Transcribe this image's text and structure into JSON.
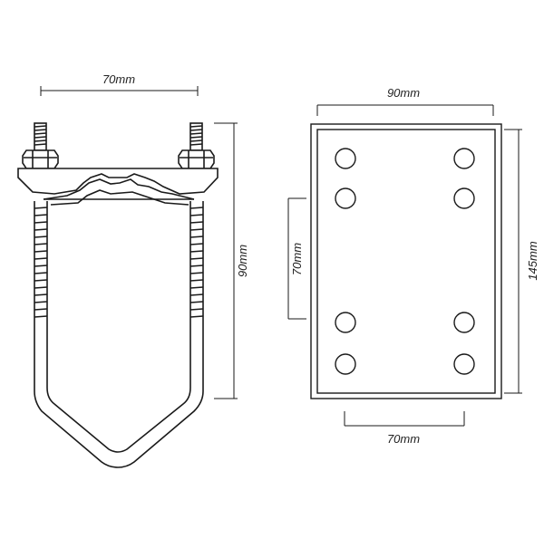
{
  "colors": {
    "stroke": "#1a1a1a",
    "plate_fill": "#ffffff",
    "background": "#ffffff"
  },
  "side_view": {
    "top_width_label": "70mm",
    "height_label": "90mm"
  },
  "plate_view": {
    "width_label": "90mm",
    "height_label": "145mm",
    "hole_spacing_vertical_label": "70mm",
    "hole_spacing_horizontal_label": "70mm",
    "hole_count": 8
  }
}
